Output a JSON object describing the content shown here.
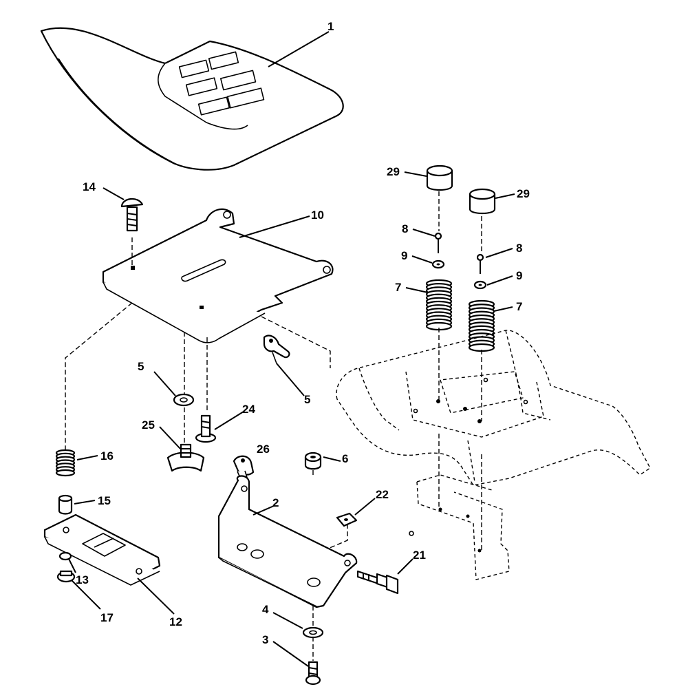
{
  "callouts": [
    {
      "id": "c1",
      "text": "1"
    },
    {
      "id": "c14",
      "text": "14"
    },
    {
      "id": "c10",
      "text": "10"
    },
    {
      "id": "c29a",
      "text": "29"
    },
    {
      "id": "c29b",
      "text": "29"
    },
    {
      "id": "c8a",
      "text": "8"
    },
    {
      "id": "c8b",
      "text": "8"
    },
    {
      "id": "c9a",
      "text": "9"
    },
    {
      "id": "c9b",
      "text": "9"
    },
    {
      "id": "c7a",
      "text": "7"
    },
    {
      "id": "c7b",
      "text": "7"
    },
    {
      "id": "c5a",
      "text": "5"
    },
    {
      "id": "c5b",
      "text": "5"
    },
    {
      "id": "c24",
      "text": "24"
    },
    {
      "id": "c25",
      "text": "25"
    },
    {
      "id": "c26",
      "text": "26"
    },
    {
      "id": "c16",
      "text": "16"
    },
    {
      "id": "c15",
      "text": "15"
    },
    {
      "id": "c6",
      "text": "6"
    },
    {
      "id": "c2",
      "text": "2"
    },
    {
      "id": "c22",
      "text": "22"
    },
    {
      "id": "c21",
      "text": "21"
    },
    {
      "id": "c13",
      "text": "13"
    },
    {
      "id": "c17",
      "text": "17"
    },
    {
      "id": "c12",
      "text": "12"
    },
    {
      "id": "c4",
      "text": "4"
    },
    {
      "id": "c3",
      "text": "3"
    }
  ]
}
